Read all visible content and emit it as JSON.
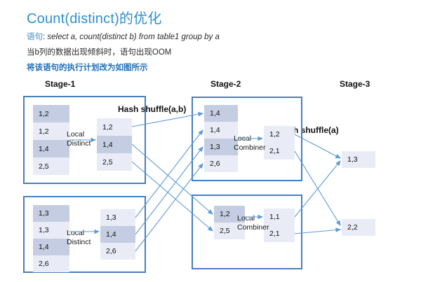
{
  "header": {
    "title": "Count(distinct)的优化",
    "line1_prefix": "语句",
    "line1_sep": ": ",
    "line1_sql": "select a, count(distinct b) from table1 group by a",
    "line2": "当b列的数据出现倾斜时，语句出现OOM",
    "line3": "将该语句的执行计划改为如图所示",
    "title_color": "#2f8fd0",
    "highlight_color": "#1f6fb8"
  },
  "stages": {
    "stage1_label": "Stage-1",
    "stage2_label": "Stage-2",
    "stage3_label": "Stage-3"
  },
  "shuffles": {
    "shuffle_ab": "Hash shuffle(a,b)",
    "shuffle_a": "Hash shuffle(a)"
  },
  "operators": {
    "local_distinct_line1": "Local",
    "local_distinct_line2": "Distinct",
    "local_combiner_line1": "Local",
    "local_combiner_line2": "Combiner"
  },
  "stage1": {
    "task_a": {
      "input": [
        "1,2",
        "1,2",
        "1,4",
        "2,5"
      ],
      "output": [
        "1,2",
        "1,4",
        "2,5"
      ]
    },
    "task_b": {
      "input": [
        "1,3",
        "1,3",
        "1,4",
        "2,6"
      ],
      "output": [
        "1,3",
        "1,4",
        "2,6"
      ]
    }
  },
  "stage2": {
    "task_a": {
      "input": [
        "1,4",
        "1,4",
        "1,3",
        "2,6"
      ],
      "output": [
        "1,2",
        "2,1"
      ]
    },
    "task_b": {
      "input": [
        "1,2",
        "2,5"
      ],
      "output": [
        "1,1",
        "2,1"
      ]
    }
  },
  "stage3": {
    "outputs": [
      "1,3",
      "2,2"
    ]
  },
  "colors": {
    "box_border": "#4a7ebb",
    "cell_dark": "#c4cde1",
    "cell_light": "#e9ecf6",
    "arrow": "#5b9bd5"
  }
}
